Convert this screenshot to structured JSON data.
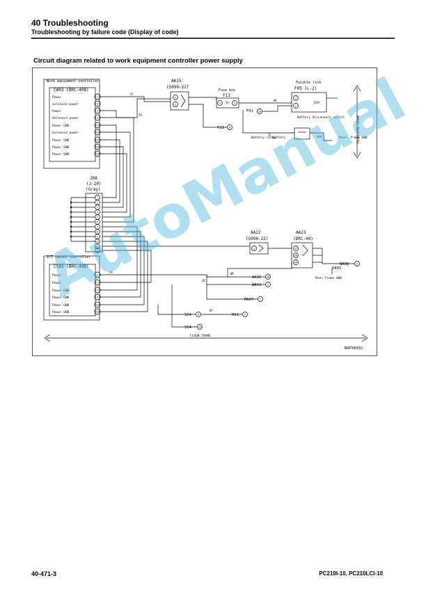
{
  "header": {
    "title": "40 Troubleshooting",
    "subtitle": "Troubleshooting by failure code (Display of code)"
  },
  "section_title": "Circuit diagram related to work equipment controller power supply",
  "diagram": {
    "wec_label": "Work equipment controller",
    "wec_connector": "CW03 (DRC-40B)",
    "wec_pins": [
      {
        "label": "Power",
        "pin": "1"
      },
      {
        "label": "Solenoid power",
        "pin": "2"
      },
      {
        "label": "Power",
        "pin": "3"
      },
      {
        "label": "Solenoid power",
        "pin": "4"
      },
      {
        "label": "Power GND",
        "pin": "21"
      },
      {
        "label": "Solenoid power",
        "pin": "22"
      },
      {
        "label": "Power GND",
        "pin": "31"
      },
      {
        "label": "Power GND",
        "pin": "32"
      },
      {
        "label": "Power GND",
        "pin": "33"
      }
    ],
    "aa15": "AA15",
    "aa15_type": "(S090-22)",
    "aa15_pins": [
      "2",
      "1"
    ],
    "fuse_box": "Fuse box",
    "f13": "F13",
    "f13_pin": "1",
    "f13_amp": "5A",
    "f13_pin2": "2",
    "f13_ref": "F13",
    "f13_ref_pin": "8",
    "fusible_link": "Fusible link",
    "f05": "F05 (L-2)",
    "f05_amp": "45A",
    "f01": "F01",
    "f01_pin": "10",
    "battery_disconnect": "Battery disconnect switch",
    "battery_relay": "Battery relay",
    "battery": "Battery",
    "revo_gnd": "Revo. frame GND",
    "revolving_frame": "REVOLVING FRAME",
    "j08": "J08",
    "j08_type": "(J-20)",
    "j08_color": "(Gray)",
    "j08_pins": [
      "1",
      "2",
      "3",
      "4",
      "5",
      "6",
      "7",
      "8",
      "9",
      "10",
      "11",
      "12"
    ],
    "ict_label": "ICT sensor controller",
    "c503": "C503 (DRC-40B)",
    "c503_pins": [
      {
        "label": "Power",
        "pin": "1"
      },
      {
        "label": "Power",
        "pin": "2"
      },
      {
        "label": "Power GND",
        "pin": "3"
      },
      {
        "label": "Power GND",
        "pin": "4"
      },
      {
        "label": "Power GND",
        "pin": "15"
      },
      {
        "label": "Power GND",
        "pin": "16"
      }
    ],
    "aa22": "AA22",
    "aa22_type": "(S090-22)",
    "aa22_pins": [
      "1"
    ],
    "aa23": "AA23",
    "aa23_type": "(DRC-40)",
    "aa23_pins": [
      "37",
      "38",
      "39"
    ],
    "na08": "NA08",
    "na08_pin": "2",
    "ea01": "EA01",
    "rear_frame_gnd": "Rear frame GND",
    "aa16": "AA16",
    "aa16_pin": "20",
    "aa19": "AA19",
    "aa19_pin": "1",
    "ma07": "MA07",
    "ma07_pin": "1",
    "s54a": "S54",
    "s54a_pin": "4",
    "r51": "R51",
    "r51_pin": "2",
    "s54b": "S54",
    "s54b_pin": "13",
    "floor_frame": "FLOOR FRAME",
    "diagram_code": "B4P30931",
    "wire_cc": "CC",
    "wire_5a_a": "5A",
    "wire_wg": "WG",
    "wire_5a_b": "5A",
    "wire_wr": "WR",
    "wire_dc": "DC",
    "wire_bt": "BT",
    "wire_60a": "60A"
  },
  "watermark": "AutoManual",
  "footer": {
    "page": "40-471-3",
    "model": "PC210I-10, PC210LCI-10"
  }
}
